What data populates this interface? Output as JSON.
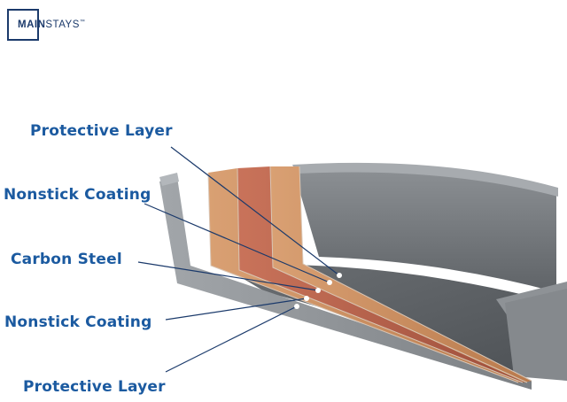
{
  "brand": {
    "bold": "MAIN",
    "regular": "STAYS",
    "mark": "™"
  },
  "labels": [
    "Protective Layer",
    "Nonstick Coating",
    "Carbon Steel",
    "Nonstick Coating",
    "Protective Layer"
  ],
  "colors": {
    "label": "#1b5aa0",
    "leader": "#1b3a6b",
    "pan": "#7d8185",
    "orange_layer": "#c98a5a",
    "copper_layer": "#b5604a"
  }
}
